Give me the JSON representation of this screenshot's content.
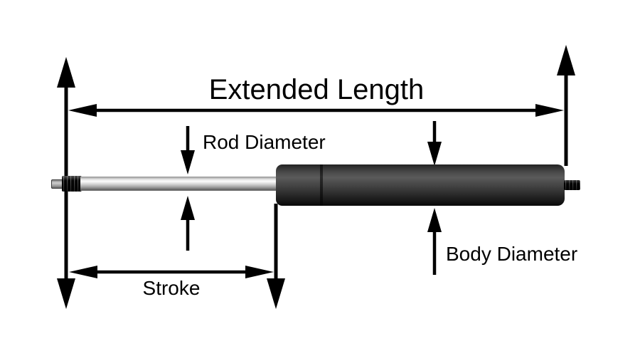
{
  "diagram": {
    "labels": {
      "extended_length": "Extended Length",
      "rod_diameter": "Rod Diameter",
      "body_diameter": "Body Diameter",
      "stroke": "Stroke"
    },
    "component": "gas-spring",
    "colors": {
      "line": "#000000",
      "background": "#ffffff",
      "rod_highlight": "#fbfbfb",
      "rod_base": "#8f8f8f",
      "body_highlight": "#5a5a5a",
      "body_base": "#101010"
    },
    "arrows": [
      {
        "name": "left-extent-arrow",
        "direction": "up-down"
      },
      {
        "name": "right-extent-arrow",
        "direction": "up"
      },
      {
        "name": "extended-length-arrow",
        "direction": "left-right"
      },
      {
        "name": "rod-diameter-upper-arrow",
        "direction": "down"
      },
      {
        "name": "rod-diameter-lower-arrow",
        "direction": "up"
      },
      {
        "name": "body-diameter-upper-arrow",
        "direction": "down"
      },
      {
        "name": "body-diameter-lower-arrow",
        "direction": "up"
      },
      {
        "name": "stroke-arrow",
        "direction": "left-right"
      },
      {
        "name": "stroke-extension-arrow",
        "direction": "down"
      }
    ]
  }
}
